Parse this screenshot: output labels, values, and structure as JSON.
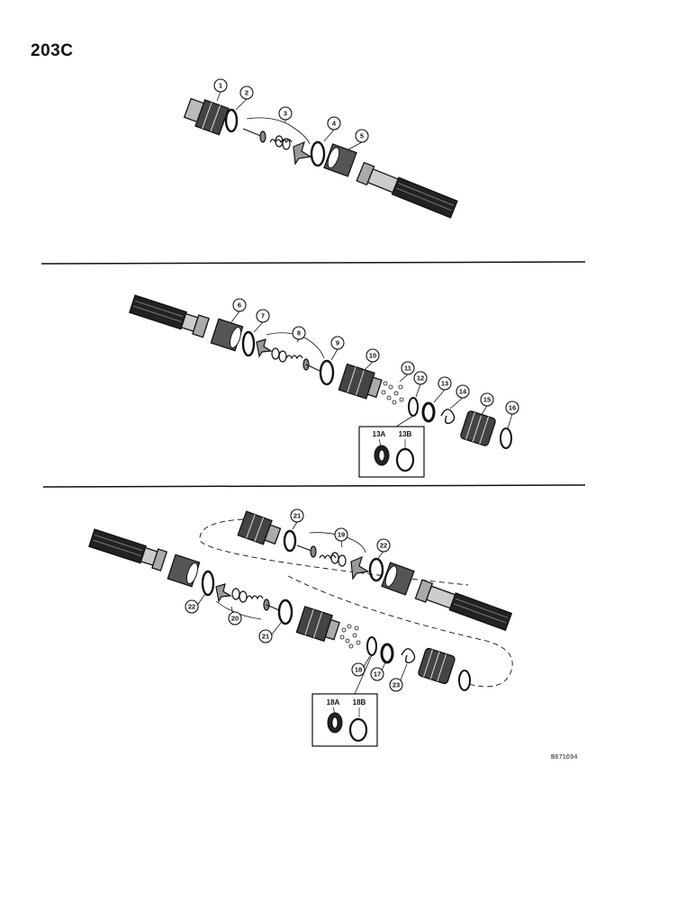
{
  "page_code": "203C",
  "reference_code": "B671694",
  "callouts": [
    "1",
    "2",
    "3",
    "4",
    "5",
    "6",
    "7",
    "8",
    "9",
    "10",
    "11",
    "12",
    "13",
    "14",
    "15",
    "16",
    "17",
    "18",
    "19",
    "20",
    "21",
    "22",
    "23"
  ],
  "inset_labels": {
    "a1": "13A",
    "b1": "13B",
    "a2": "18A",
    "b2": "18B"
  }
}
